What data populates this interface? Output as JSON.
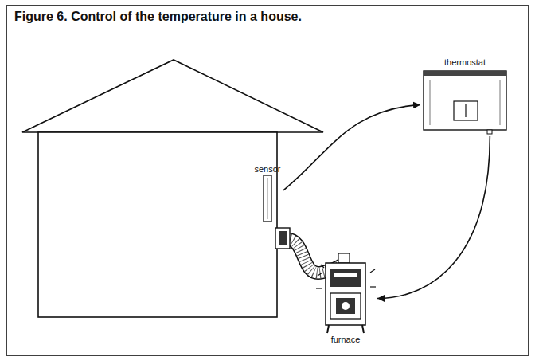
{
  "diagram": {
    "title": "Figure 6. Control of the temperature in a house.",
    "nodes": [
      {
        "text": [
          "sensor"
        ]
      },
      {
        "text": [
          "thermostat"
        ]
      },
      {
        "text": [
          "furnace"
        ]
      }
    ],
    "edges": [
      {
        "from": 0,
        "to": 1,
        "arrow": "to"
      },
      {
        "from": 1,
        "to": 2,
        "arrow": "to"
      }
    ]
  }
}
